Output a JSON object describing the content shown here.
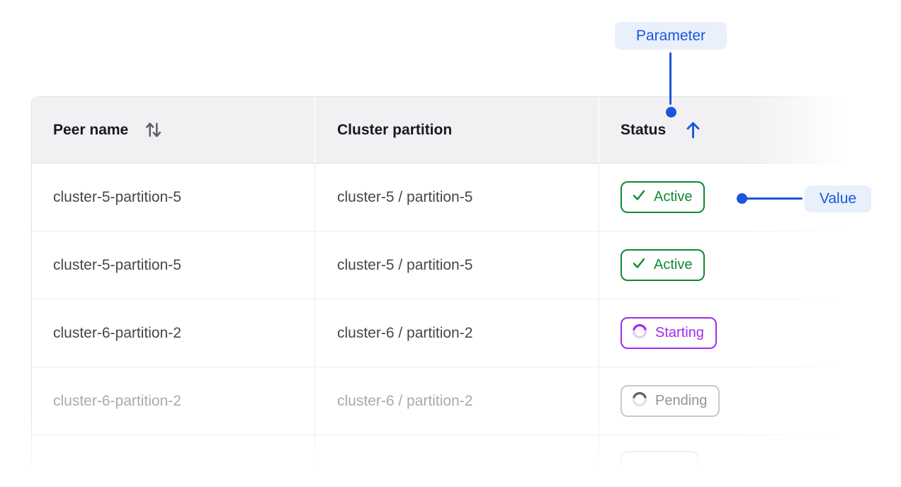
{
  "colors": {
    "accent_blue": "#1A56DB",
    "annotation_bg": "#E9F0FB",
    "status_active_green": "#108A32",
    "status_starting_purple": "#A32CEE",
    "status_pending_gray": "#8F949B",
    "header_bg": "#F1F1F3",
    "border": "#E2E2E5"
  },
  "icons": {
    "peer_name_sort": "sort-both-icon",
    "status_sort": "arrow-up-icon",
    "active": "check-icon",
    "starting": "spinner-icon",
    "pending": "spinner-icon"
  },
  "annotations": {
    "parameter": {
      "label": "Parameter"
    },
    "value": {
      "label": "Value"
    }
  },
  "table": {
    "header": {
      "peer_name": "Peer name",
      "cluster_partition": "Cluster partition",
      "status": "Status"
    },
    "rows": [
      {
        "peer_name": "cluster-5-partition-5",
        "cluster_partition": "cluster-5 / partition-5",
        "status": "Active",
        "faded": false
      },
      {
        "peer_name": "cluster-5-partition-5",
        "cluster_partition": "cluster-5 / partition-5",
        "status": "Active",
        "faded": false
      },
      {
        "peer_name": "cluster-6-partition-2",
        "cluster_partition": "cluster-6 / partition-2",
        "status": "Starting",
        "faded": false
      },
      {
        "peer_name": "cluster-6-partition-2",
        "cluster_partition": "cluster-6 / partition-2",
        "status": "Pending",
        "faded": true
      },
      {
        "peer_name": "",
        "cluster_partition": "",
        "status": ""
      }
    ]
  }
}
